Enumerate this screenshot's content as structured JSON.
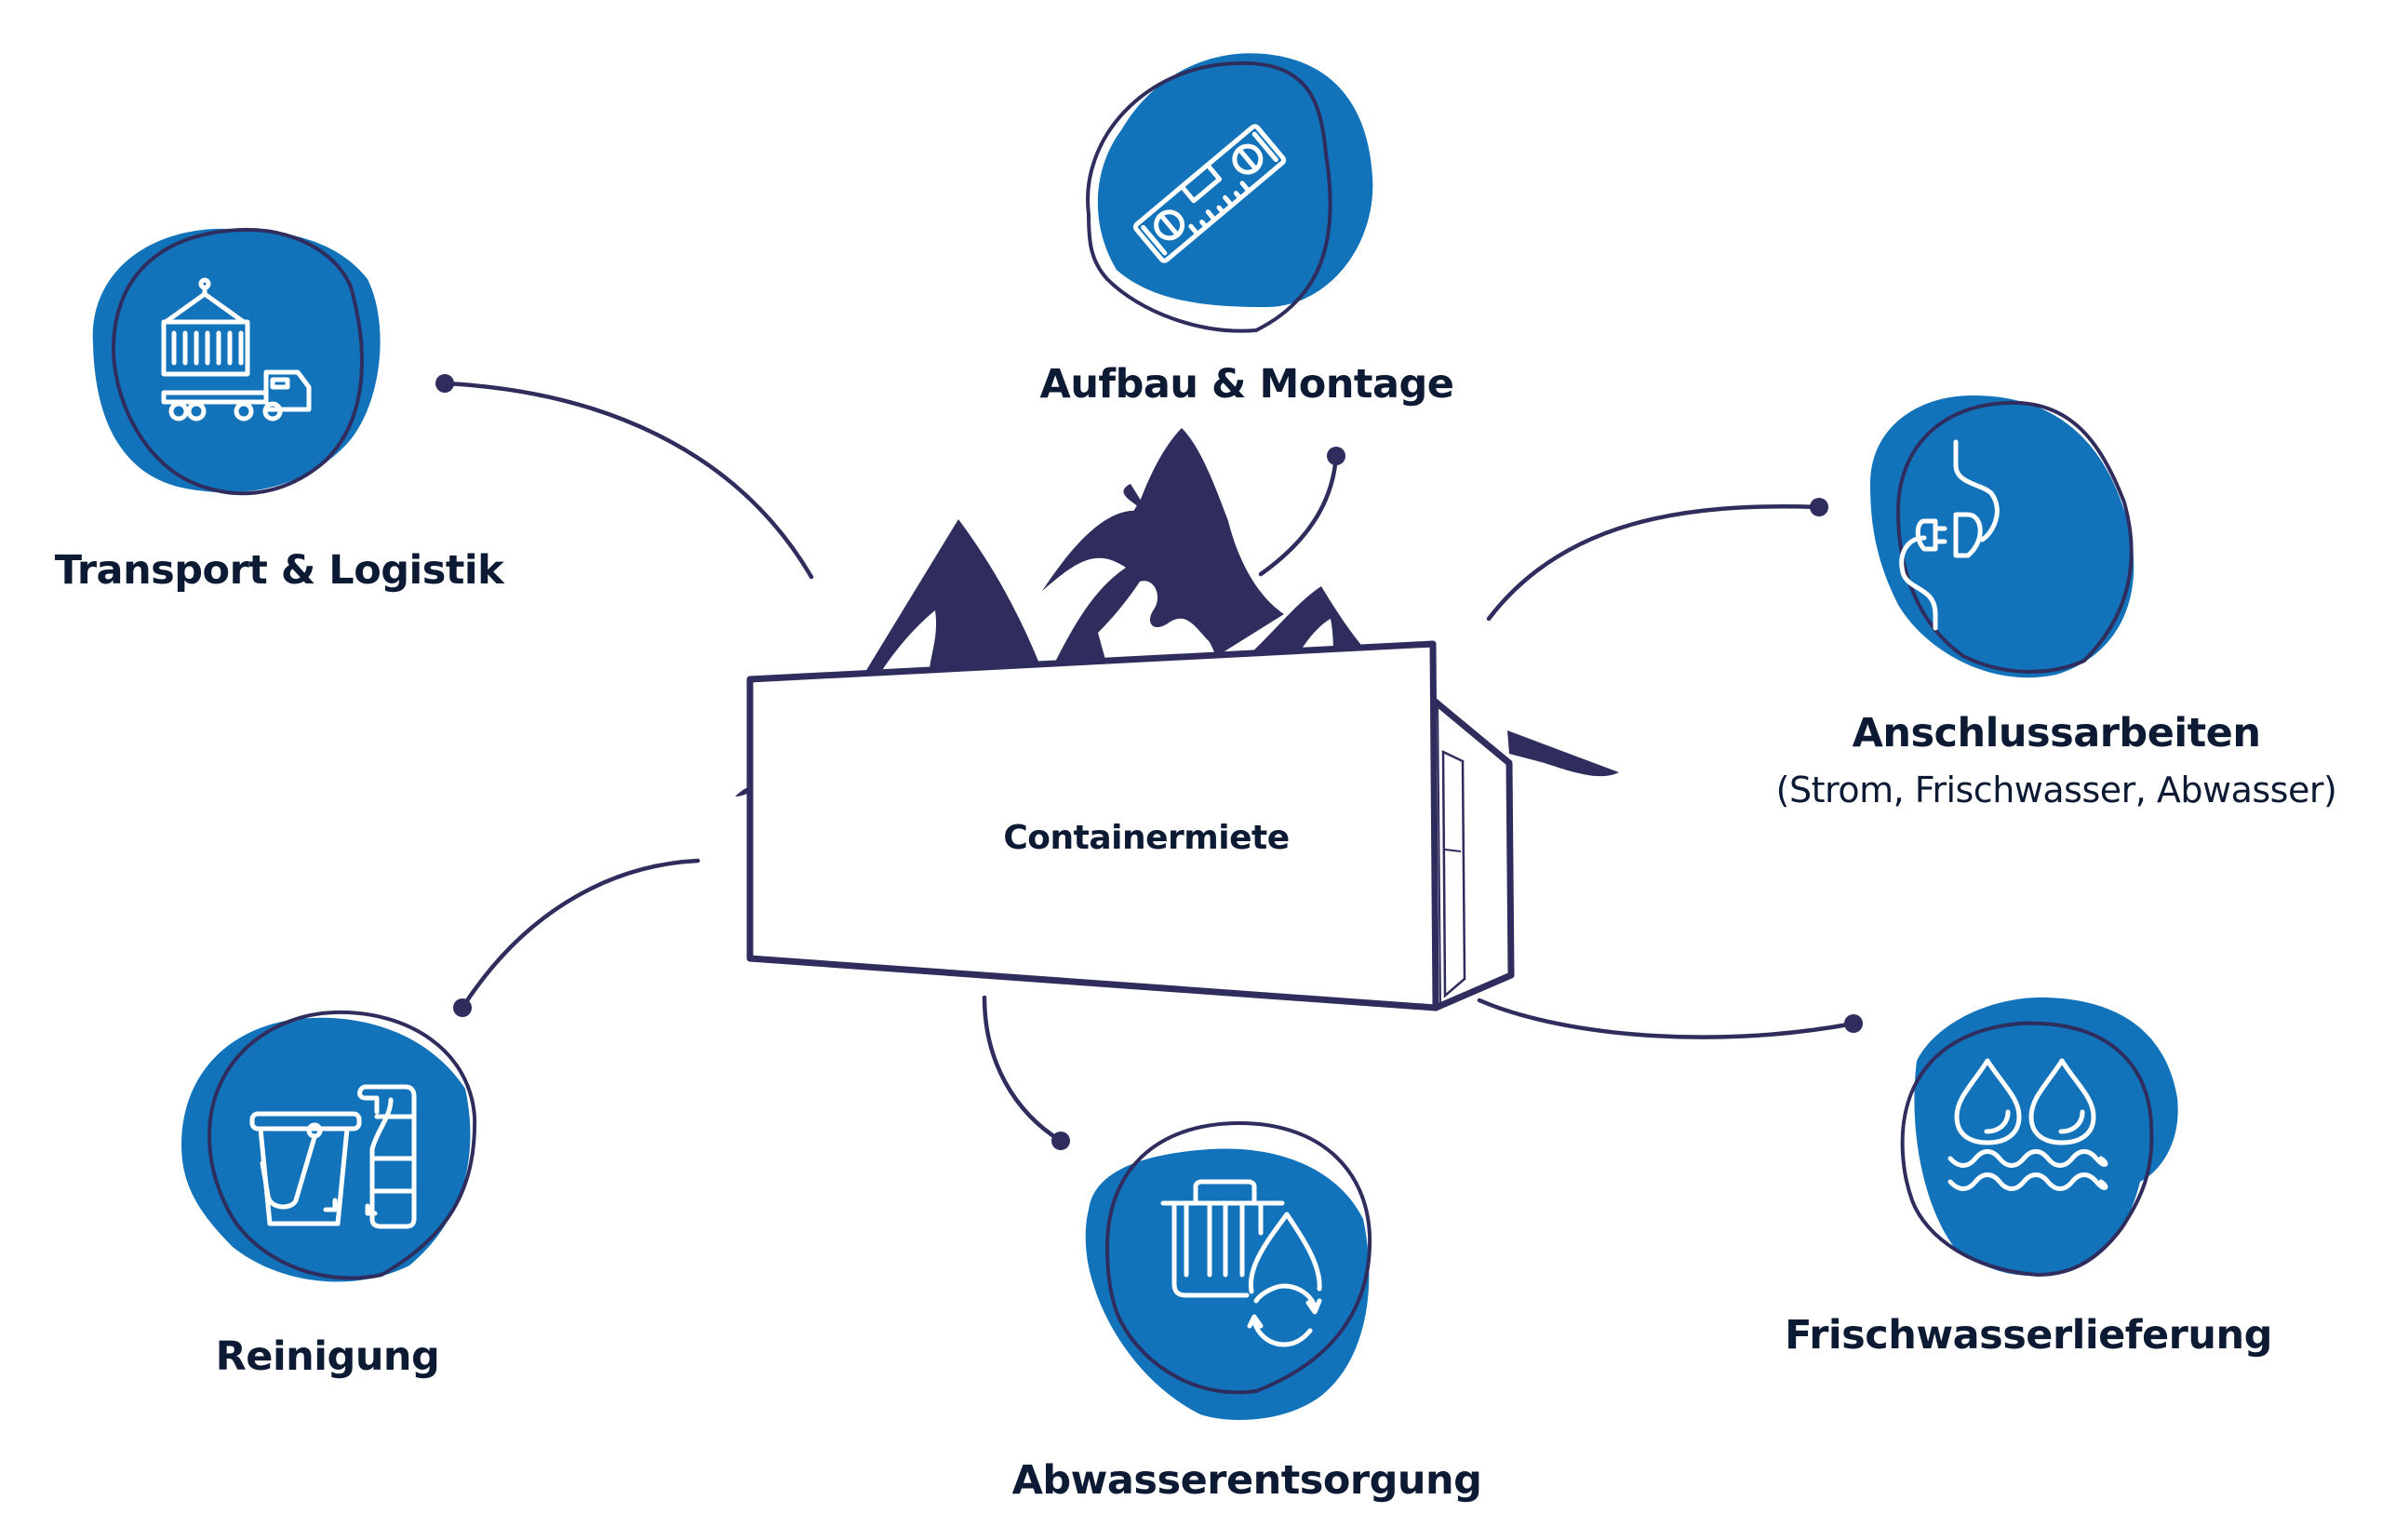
{
  "diagram": {
    "center": {
      "label": "Containermiete",
      "icon": "container-with-mountains"
    },
    "services": [
      {
        "id": "transport",
        "label": "Transport & Logistik",
        "icon": "truck-container-icon"
      },
      {
        "id": "aufbau",
        "label": "Aufbau & Montage",
        "icon": "spirit-level-icon"
      },
      {
        "id": "anschluss",
        "label": "Anschlussarbeiten",
        "sublabel": "(Strom, Frischwasser, Abwasser)",
        "icon": "plug-icon"
      },
      {
        "id": "reinigung",
        "label": "Reinigung",
        "icon": "bucket-spray-icon"
      },
      {
        "id": "abwasser",
        "label": "Abwasserentsorgung",
        "icon": "wastewater-recycle-icon"
      },
      {
        "id": "frischwasser",
        "label": "Frischwasserlieferung",
        "icon": "water-drops-icon"
      }
    ]
  },
  "colors": {
    "blob": "#1273bb",
    "outline": "#2e2d5e",
    "text": "#0d1a33",
    "background": "#ffffff"
  }
}
